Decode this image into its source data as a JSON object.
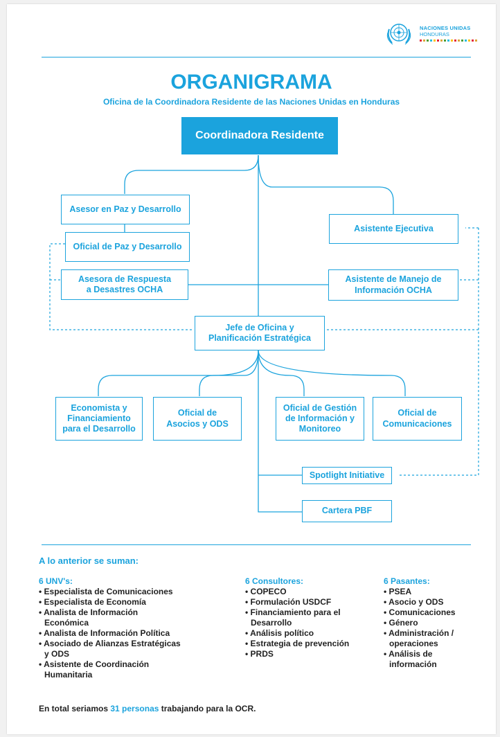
{
  "logo": {
    "line1": "NACIONES UNIDAS",
    "line2": "HONDURAS",
    "icon": "un-emblem-icon"
  },
  "header": {
    "title": "ORGANIGRAMA",
    "subtitle": "Oficina de la Coordinadora Residente de las Naciones Unidas en Honduras"
  },
  "chart": {
    "coordinadora": "Coordinadora Residente",
    "asesor_paz": "Asesor en Paz y Desarrollo",
    "oficial_paz": "Oficial de Paz y Desarrollo",
    "asesora_desastres": "Asesora de Respuesta\na Desastres OCHA",
    "asistente_ejecutiva": "Asistente Ejecutiva",
    "asistente_manejo": "Asistente de Manejo de\nInformación OCHA",
    "jefe_oficina": "Jefe de Oficina y\nPlanificación Estratégica",
    "economista": "Economista y\nFinanciamiento\npara el Desarrollo",
    "oficial_asocios": "Oficial de\nAsocios y ODS",
    "oficial_gestion": "Oficial de Gestión\nde Información y\nMonitoreo",
    "oficial_comunicaciones": "Oficial de\nComunicaciones",
    "spotlight": "Spotlight Initiative",
    "cartera": "Cartera PBF"
  },
  "additional": {
    "heading": "A lo anterior se suman:",
    "columns": [
      {
        "title": "6 UNV's:",
        "items": [
          "• Especialista de Comunicaciones",
          "• Especialista de Economía",
          "• Analista de Información\nEconómica",
          "• Analista de Información Política",
          "• Asociado de Alianzas Estratégicas\ny ODS",
          "• Asistente de Coordinación\nHumanitaria"
        ]
      },
      {
        "title": "6 Consultores:",
        "items": [
          "• COPECO",
          "• Formulación USDCF",
          "• Financiamiento para el\nDesarrollo",
          "• Análisis político",
          "• Estrategia de prevención",
          "• PRDS"
        ]
      },
      {
        "title": "6 Pasantes:",
        "items": [
          "• PSEA",
          "• Asocio y ODS",
          "• Comunicaciones",
          "• Género",
          "• Administración /\noperaciones",
          "• Análisis de\ninformación"
        ]
      }
    ]
  },
  "footer": {
    "pre": "En total seriamos",
    "count": "31 personas",
    "post": "trabajando para la OCR."
  },
  "colors": {
    "accent": "#1ba3dd",
    "text": "#222222"
  }
}
